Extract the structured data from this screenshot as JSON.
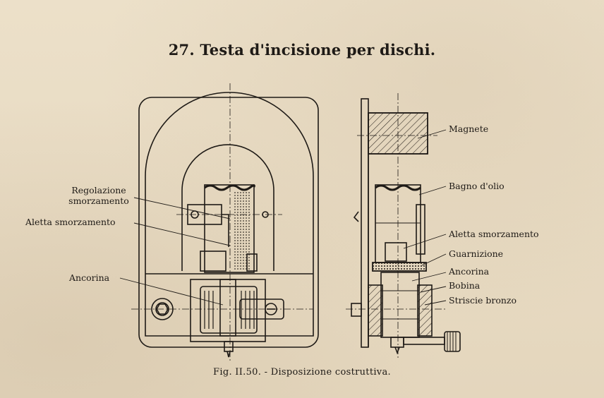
{
  "title": "27. Testa d'incisione per dischi.",
  "caption": "Fig. II.50. - Disposizione costruttiva.",
  "left_view": {
    "label_regolazione_line1": "Regolazione",
    "label_regolazione_line2": "smorzamento",
    "label_aletta": "Aletta smorzamento",
    "label_ancorina": "Ancorina"
  },
  "right_view": {
    "label_magnete": "Magnete",
    "label_bagno": "Bagno d'olio",
    "label_aletta": "Aletta smorzamento",
    "label_guarnizione": "Guarnizione",
    "label_ancorina": "Ancorina",
    "label_bobina": "Bobina",
    "label_striscie": "Striscie bronzo"
  },
  "colors": {
    "paper": "#e9dcc4",
    "ink": "#1e1a16"
  }
}
